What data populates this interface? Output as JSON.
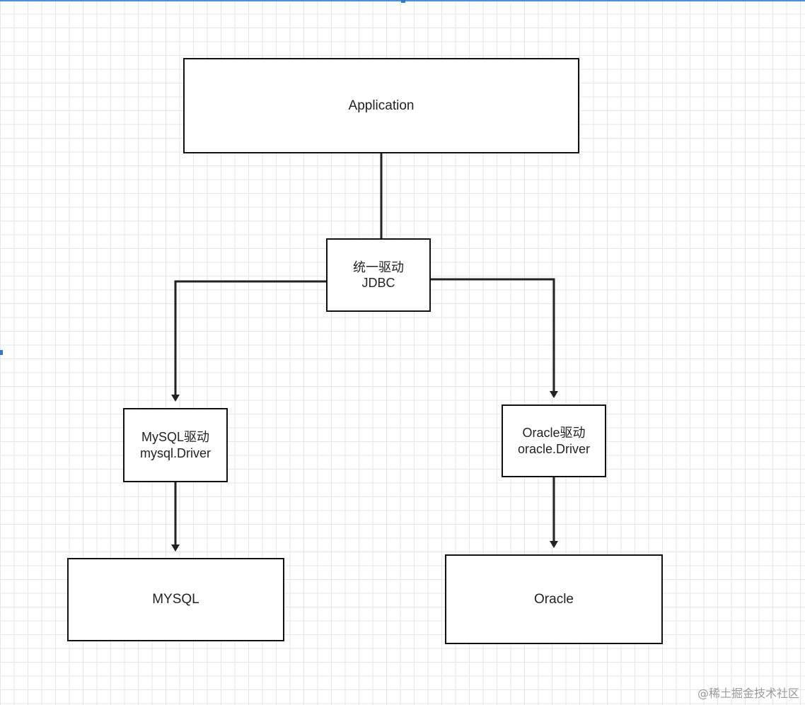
{
  "diagram": {
    "nodes": {
      "application": {
        "label": "Application"
      },
      "jdbc": {
        "line1": "统一驱动",
        "line2": "JDBC"
      },
      "mysql_driver": {
        "line1": "MySQL驱动",
        "line2": "mysql.Driver"
      },
      "oracle_driver": {
        "line1": "Oracle驱动",
        "line2": "oracle.Driver"
      },
      "mysql": {
        "label": "MYSQL"
      },
      "oracle": {
        "label": "Oracle"
      }
    },
    "edges": [
      {
        "from": "application",
        "to": "jdbc",
        "arrow": false
      },
      {
        "from": "jdbc",
        "to": "mysql_driver",
        "arrow": true
      },
      {
        "from": "jdbc",
        "to": "oracle_driver",
        "arrow": true
      },
      {
        "from": "mysql_driver",
        "to": "mysql",
        "arrow": true
      },
      {
        "from": "oracle_driver",
        "to": "oracle",
        "arrow": true
      }
    ]
  },
  "watermark": "@稀土掘金技术社区",
  "colors": {
    "grid": "#e3e6ea",
    "stroke": "#111111",
    "edge": "#222222",
    "accent": "#2e7bd6"
  }
}
